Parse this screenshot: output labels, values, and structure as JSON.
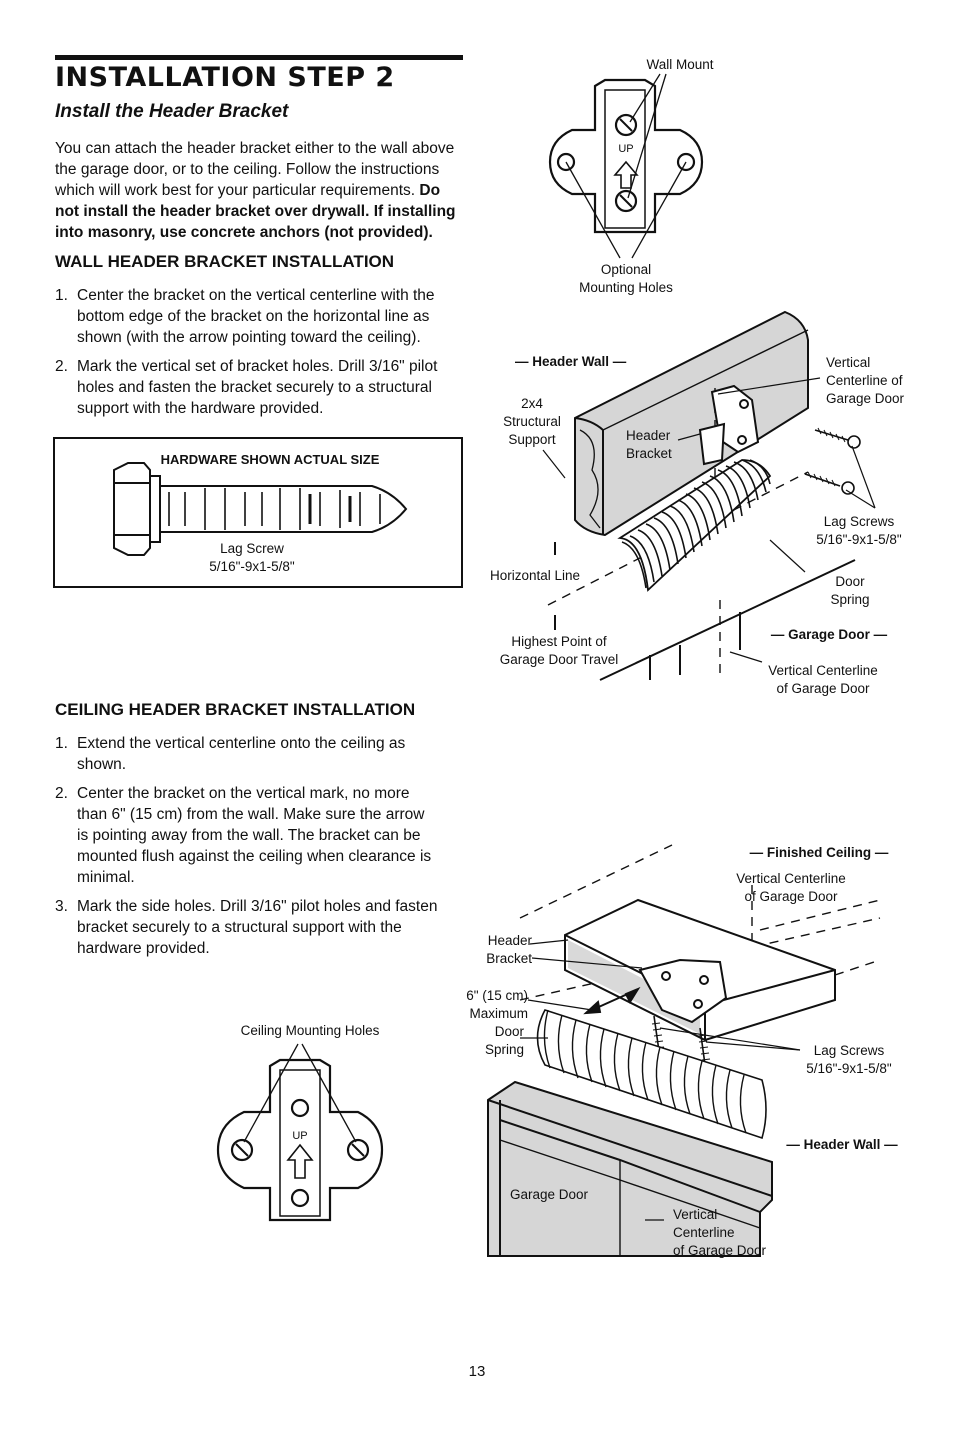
{
  "header": {
    "title": "INSTALLATION STEP 2",
    "subtitle": "Install the Header Bracket"
  },
  "intro": {
    "text": "You can attach the header bracket either to the wall above the garage door, or to the ceiling. Follow the instructions which will work best for your particular requirements. ",
    "bold": "Do not install the header bracket over drywall. If installing into masonry, use concrete anchors (not provided)."
  },
  "wall_section": {
    "heading": "WALL HEADER BRACKET INSTALLATION",
    "steps": [
      {
        "num": "1.",
        "text": "Center the bracket on the vertical centerline with the bottom edge of the bracket on the horizontal line as shown (with the arrow pointing toward the ceiling)."
      },
      {
        "num": "2.",
        "text": "Mark the vertical set of bracket holes. Drill 3/16\" pilot holes and fasten the bracket securely to a structural support with the hardware provided."
      }
    ]
  },
  "hardware_box": {
    "heading": "HARDWARE SHOWN ACTUAL SIZE",
    "label_line1": "Lag Screw",
    "label_line2": "5/16\"-9x1-5/8\""
  },
  "ceiling_section": {
    "heading": "CEILING HEADER BRACKET INSTALLATION",
    "steps": [
      {
        "num": "1.",
        "text": "Extend the vertical centerline onto the ceiling as shown."
      },
      {
        "num": "2.",
        "text": "Center the bracket on the vertical mark, no more than 6\" (15 cm) from the wall. Make sure the arrow is pointing away from the wall. The bracket can be mounted flush against the ceiling when clearance is minimal."
      },
      {
        "num": "3.",
        "text": "Mark the side holes. Drill 3/16\" pilot holes and fasten bracket securely to a structural support with the hardware provided."
      }
    ]
  },
  "wall_bracket_diagram": {
    "wall_mount": "Wall Mount",
    "up": "UP",
    "optional_1": "Optional",
    "optional_2": "Mounting Holes"
  },
  "wall_diagram": {
    "header_wall": "— Header Wall —",
    "structural_1": "2x4",
    "structural_2": "Structural",
    "structural_3": "Support",
    "header_bracket_1": "Header",
    "header_bracket_2": "Bracket",
    "vertical_1": "Vertical",
    "vertical_2": "Centerline of",
    "vertical_3": "Garage Door",
    "lag_1": "Lag Screws",
    "lag_2": "5/16\"-9x1-5/8\"",
    "horizontal": "Horizontal Line",
    "spring_1": "Door",
    "spring_2": "Spring",
    "garage_door": "— Garage Door —",
    "highest_1": "Highest Point of",
    "highest_2": "Garage Door Travel",
    "vc_bottom_1": "Vertical Centerline",
    "vc_bottom_2": "of Garage Door"
  },
  "ceiling_bracket_diagram": {
    "label": "Ceiling Mounting Holes",
    "up": "UP"
  },
  "ceiling_diagram": {
    "finished_ceiling": "— Finished Ceiling —",
    "vc_1": "Vertical Centerline",
    "vc_2": "of Garage Door",
    "hb_1": "Header",
    "hb_2": "Bracket",
    "max_1": "6\" (15 cm)",
    "max_2": "Maximum",
    "spring_1": "Door",
    "spring_2": "Spring",
    "lag_1": "Lag Screws",
    "lag_2": "5/16\"-9x1-5/8\"",
    "header_wall": "— Header Wall —",
    "garage_door": "Garage Door",
    "vc_b1": "Vertical",
    "vc_b2": "Centerline",
    "vc_b3": "of Garage Door"
  },
  "footer": {
    "page_number": "13"
  }
}
